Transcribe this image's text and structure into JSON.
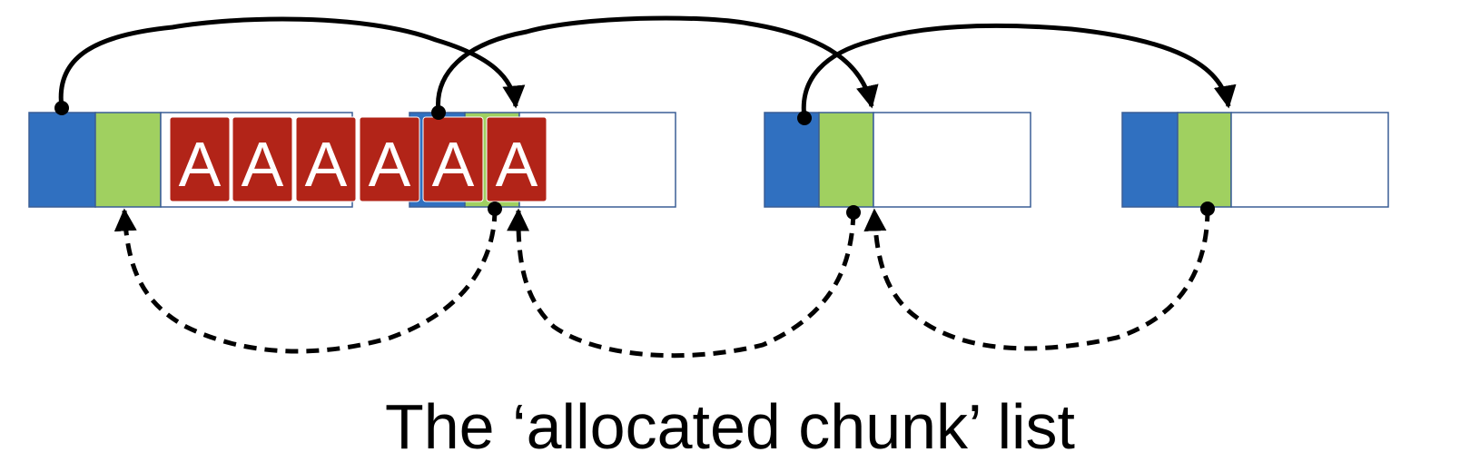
{
  "caption": "The ‘allocated chunk’ list",
  "overflow_letter": "A",
  "overflow_count": 6,
  "colors": {
    "header_blue": "#3070c0",
    "header_green": "#a0d060",
    "overflow_red": "#b22418",
    "outline": "#3a5e96",
    "arrow": "#000000"
  },
  "chunks": [
    {
      "id": "chunk-1"
    },
    {
      "id": "chunk-2"
    },
    {
      "id": "chunk-3"
    },
    {
      "id": "chunk-4"
    }
  ],
  "links": [
    {
      "from": "chunk-1",
      "to": "chunk-2",
      "kind": "forward",
      "style": "solid"
    },
    {
      "from": "chunk-2",
      "to": "chunk-3",
      "kind": "forward",
      "style": "solid"
    },
    {
      "from": "chunk-3",
      "to": "chunk-4",
      "kind": "forward",
      "style": "solid"
    },
    {
      "from": "chunk-2",
      "to": "chunk-1",
      "kind": "backward",
      "style": "dashed"
    },
    {
      "from": "chunk-3",
      "to": "chunk-2",
      "kind": "backward",
      "style": "dashed"
    },
    {
      "from": "chunk-4",
      "to": "chunk-3",
      "kind": "backward",
      "style": "dashed"
    }
  ]
}
